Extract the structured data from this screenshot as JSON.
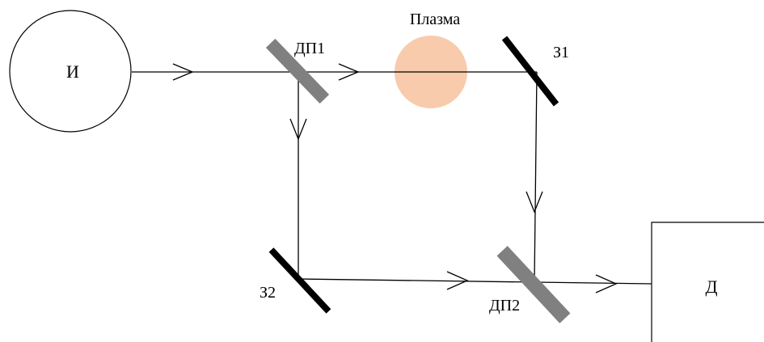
{
  "labels": {
    "source": "И",
    "beam_splitter_1": "ДП1",
    "plasma": "Плазма",
    "mirror_1": "З1",
    "mirror_2": "З2",
    "beam_splitter_2": "ДП2",
    "detector": "Д"
  },
  "colors": {
    "plasma_fill": "#f8cbad",
    "beam_splitter_fill": "#808080",
    "mirror_fill": "#000000",
    "line": "#000000"
  }
}
